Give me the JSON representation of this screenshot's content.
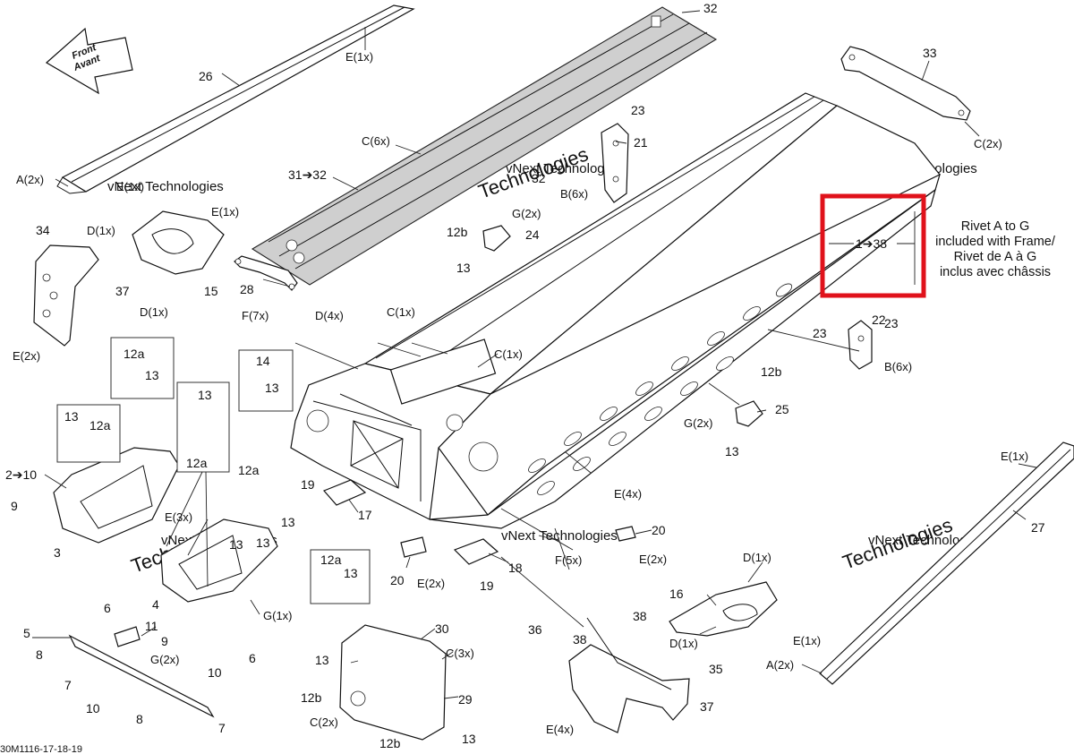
{
  "diagram_id": "30M1116-17-18-19",
  "front_arrow": {
    "line1": "Front",
    "line2": "Avant"
  },
  "watermark": {
    "line1": "vNext Technologies",
    "line2": "Technologies"
  },
  "callouts": {
    "c26": "26",
    "c32": "32",
    "c32b": "32",
    "c33": "33",
    "c23a": "23",
    "c23b": "23",
    "c23c": "23",
    "c21": "21",
    "c22": "22",
    "c31": "31➔32",
    "c24": "24",
    "c12b_a": "12b",
    "c12b_b": "12b",
    "c12b_c": "12b",
    "c12b_d": "12b",
    "c13_a": "13",
    "c13_b": "13",
    "c13_c": "13",
    "c13_d": "13",
    "c13_e": "13",
    "c13_f": "13",
    "c13_g": "13",
    "c13_h": "13",
    "c13_i": "13",
    "c13_j": "13",
    "c13_k": "13",
    "c13_l": "13",
    "c34": "34",
    "c37a": "37",
    "c37b": "37",
    "c15": "15",
    "c28": "28",
    "c25": "25",
    "c14": "14",
    "c12a_a": "12a",
    "c12a_b": "12a",
    "c12a_c": "12a",
    "c12a_d": "12a",
    "c12a_e": "12a",
    "c2": "2➔10",
    "c9a": "9",
    "c9b": "9",
    "c3": "3",
    "c4": "4",
    "c6a": "6",
    "c6b": "6",
    "c5": "5",
    "c11": "11",
    "c8a": "8",
    "c8b": "8",
    "c7a": "7",
    "c7b": "7",
    "c10a": "10",
    "c10b": "10",
    "c19a": "19",
    "c19b": "19",
    "c17": "17",
    "c18": "18",
    "c20a": "20",
    "c20b": "20",
    "c30": "30",
    "c29": "29",
    "c36": "36",
    "c38a": "38",
    "c38b": "38",
    "c35": "35",
    "c16": "16",
    "c27": "27"
  },
  "letter_labels": {
    "e1x_top": "E(1x)",
    "a2x_left": "A(2x)",
    "e1x_left": "E(1x)",
    "e1x_br": "E(1x)",
    "c6x": "C(6x)",
    "c2x_right": "C(2x)",
    "b6x_top": "B(6x)",
    "g2x_top": "G(2x)",
    "d1x_a": "D(1x)",
    "d1x_b": "D(1x)",
    "e2x_left": "E(2x)",
    "f7x": "F(7x)",
    "d4x": "D(4x)",
    "c1x_a": "C(1x)",
    "c1x_b": "C(1x)",
    "b6x_right": "B(6x)",
    "g2x_mid": "G(2x)",
    "e4x_mid": "E(4x)",
    "e3x": "E(3x)",
    "g1x": "G(1x)",
    "g2x_bot": "G(2x)",
    "e2x_mid": "E(2x)",
    "f5x": "F(5x)",
    "e2x_right": "E(2x)",
    "c3x": "C(3x)",
    "c2x_bot": "C(2x)",
    "e4x_bot": "E(4x)",
    "d1x_c": "D(1x)",
    "d1x_d": "D(1x)",
    "e1x_rb": "E(1x)",
    "a2x_right": "A(2x)",
    "e1x_right": "E(1x)"
  },
  "rivet_range": "1➔38",
  "rivet_note": {
    "line1": "Rivet A to G",
    "line2": "included with Frame/",
    "line3": "Rivet de A à G",
    "line4": "inclus avec châssis"
  },
  "colors": {
    "highlight": "#e0121b",
    "line": "#111111",
    "panel_grey": "#cfcfcf"
  }
}
